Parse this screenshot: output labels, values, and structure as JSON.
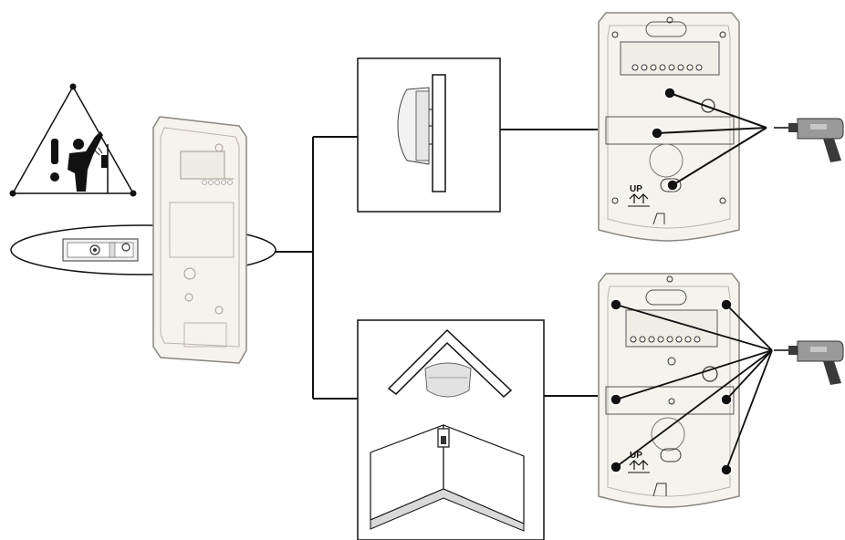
{
  "diagram": {
    "up_label_top": "UP",
    "up_label_bottom": "UP",
    "colors": {
      "line": "#111111",
      "device_fill": "#f6f3ee",
      "device_edge": "#8a8680",
      "inner_line": "#b8b4ad",
      "dot": "#111111",
      "drill_body": "#9a9a9a",
      "drill_dark": "#3a3a3a",
      "wall_gray": "#d9d9d9"
    },
    "icons": [
      "warning-triangle-icon",
      "drill-icon-top",
      "drill-icon-bottom",
      "bracket-detail-icon"
    ]
  }
}
